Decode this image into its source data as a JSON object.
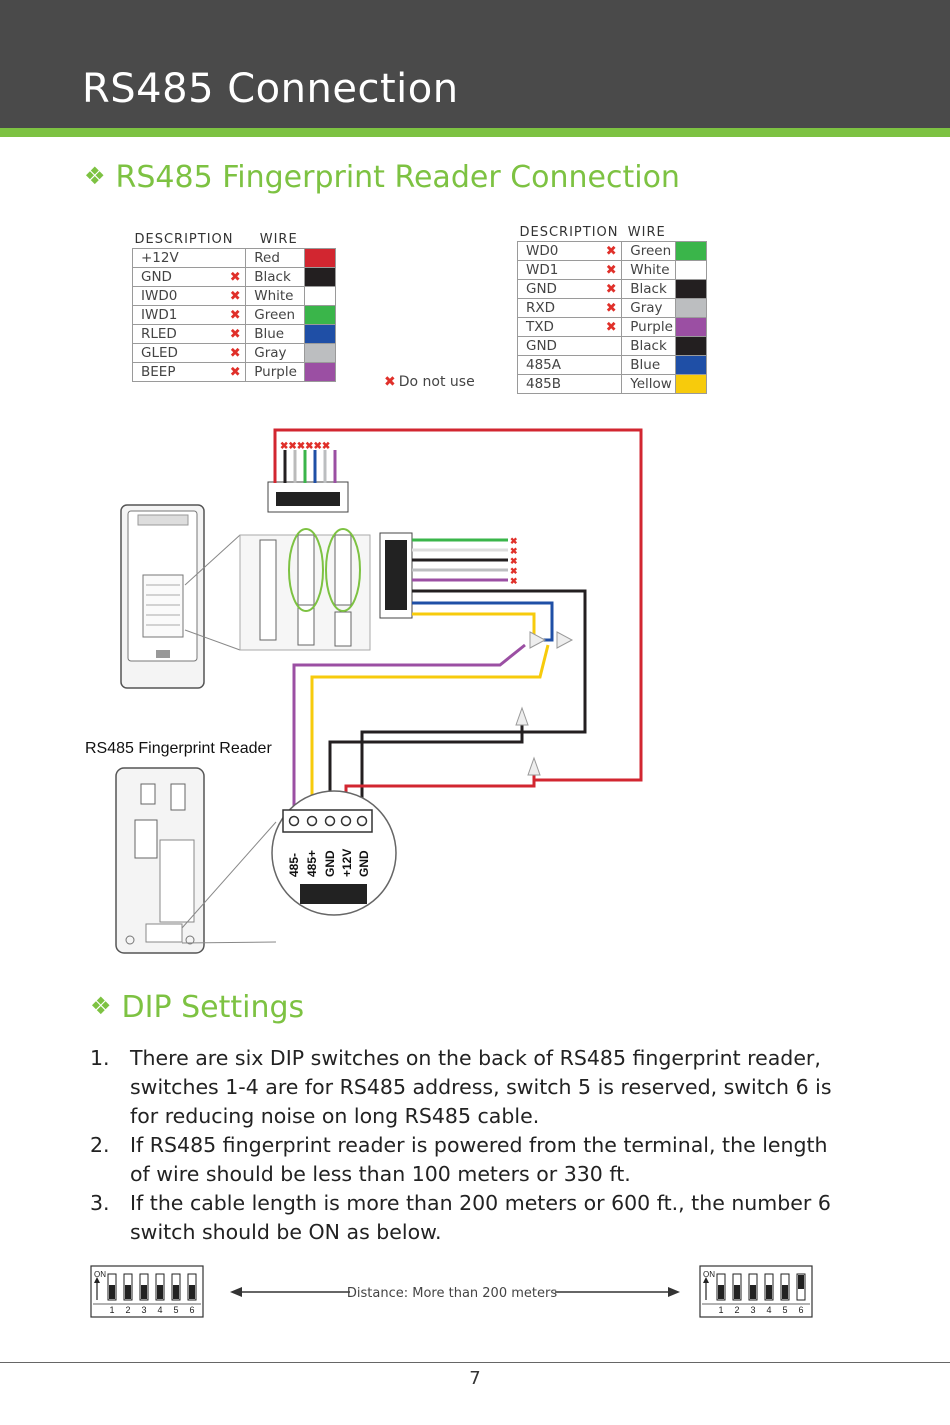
{
  "header": {
    "title": "RS485 Connection"
  },
  "section1": {
    "title": "RS485 Fingerprint Reader Connection"
  },
  "table_left": {
    "header_desc": "DESCRIPTION",
    "header_wire": "WIRE",
    "rows": [
      {
        "desc": "+12V",
        "x": "",
        "wire": "Red",
        "color": "#d22630"
      },
      {
        "desc": "GND",
        "x": "✖",
        "wire": "Black",
        "color": "#231f20"
      },
      {
        "desc": "IWD0",
        "x": "✖",
        "wire": "White",
        "color": "#ffffff"
      },
      {
        "desc": "IWD1",
        "x": "✖",
        "wire": "Green",
        "color": "#3ab54a"
      },
      {
        "desc": "RLED",
        "x": "✖",
        "wire": "Blue",
        "color": "#1f4fa6"
      },
      {
        "desc": "GLED",
        "x": "✖",
        "wire": "Gray",
        "color": "#bcbec0"
      },
      {
        "desc": "BEEP",
        "x": "✖",
        "wire": "Purple",
        "color": "#9b4fa3"
      }
    ]
  },
  "table_right": {
    "header_desc": "DESCRIPTION",
    "header_wire": "WIRE",
    "rows": [
      {
        "desc": "WD0",
        "x": "✖",
        "wire": "Green",
        "color": "#3ab54a"
      },
      {
        "desc": "WD1",
        "x": "✖",
        "wire": "White",
        "color": "#ffffff"
      },
      {
        "desc": "GND",
        "x": "✖",
        "wire": "Black",
        "color": "#231f20"
      },
      {
        "desc": "RXD",
        "x": "✖",
        "wire": "Gray",
        "color": "#bcbec0"
      },
      {
        "desc": "TXD",
        "x": "✖",
        "wire": "Purple",
        "color": "#9b4fa3"
      },
      {
        "desc": "GND",
        "x": "",
        "wire": "Black",
        "color": "#231f20"
      },
      {
        "desc": "485A",
        "x": "",
        "wire": "Blue",
        "color": "#1f4fa6"
      },
      {
        "desc": "485B",
        "x": "",
        "wire": "Yellow",
        "color": "#f7cb0c"
      }
    ]
  },
  "note": {
    "mark": "✖",
    "text": "Do not use"
  },
  "diagram": {
    "reader_label": "RS485 Fingerprint Reader",
    "terminals": [
      "485-",
      "485+",
      "GND",
      "+12V",
      "GND"
    ]
  },
  "section2": {
    "title": "DIP Settings"
  },
  "dip_list": [
    {
      "num": "1.",
      "text": "There are six DIP switches on the back of RS485 fingerprint reader, switches 1-4 are for RS485 address, switch 5 is reserved, switch 6 is for reducing noise on long RS485 cable."
    },
    {
      "num": "2.",
      "text": "If RS485 fingerprint reader is powered from the terminal, the length of wire should be less than 100 meters or 330 ft."
    },
    {
      "num": "3.",
      "text": "If the cable length is more than 200 meters or 600 ft., the number 6 switch should be ON as below."
    }
  ],
  "dip_figure": {
    "on_label": "ON",
    "switch_numbers": [
      "1",
      "2",
      "3",
      "4",
      "5",
      "6"
    ],
    "distance_label": "Distance: More than 200 meters"
  },
  "footer": {
    "page": "7"
  }
}
